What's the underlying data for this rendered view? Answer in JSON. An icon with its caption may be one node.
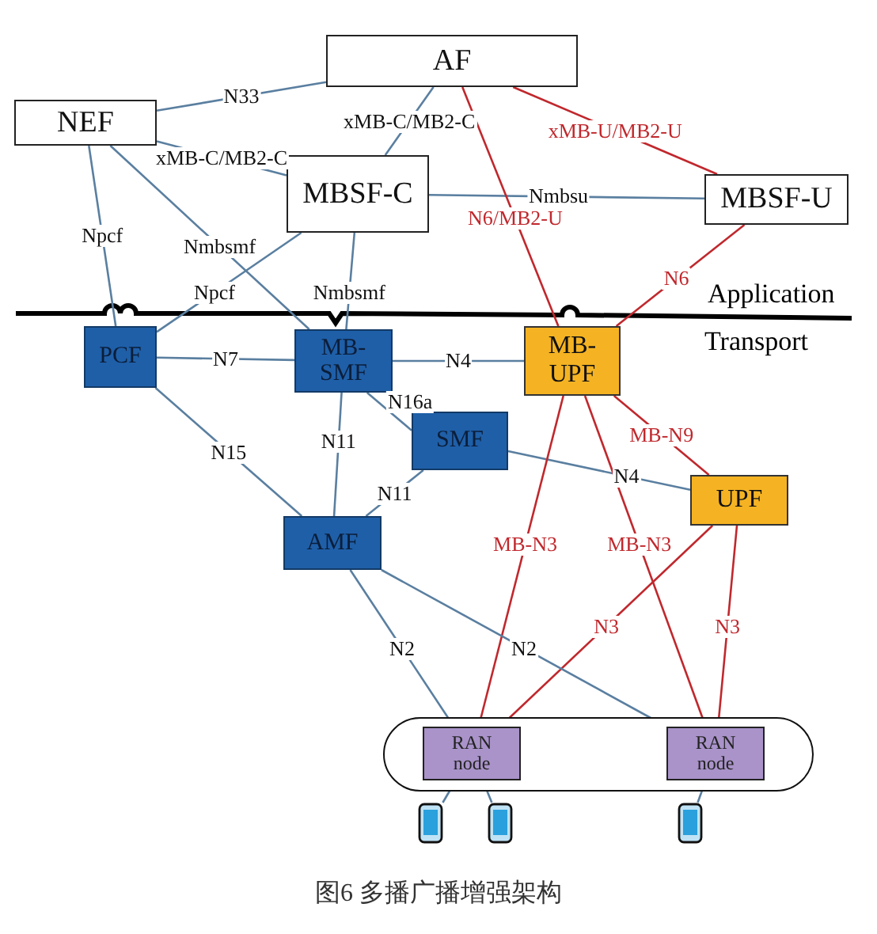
{
  "diagram": {
    "caption": "图6 多播广播增强架构",
    "nodes": [
      {
        "text": [
          "AF"
        ]
      },
      {
        "text": [
          "NEF"
        ]
      },
      {
        "text": [
          "MBSF-C"
        ]
      },
      {
        "text": [
          "MBSF-U"
        ]
      },
      {
        "text": [
          "PCF"
        ]
      },
      {
        "text": [
          "MB-SMF"
        ]
      },
      {
        "text": [
          "MB-UPF"
        ]
      },
      {
        "text": [
          "SMF"
        ]
      },
      {
        "text": [
          "UPF"
        ]
      },
      {
        "text": [
          "AMF"
        ]
      },
      {
        "text": [],
        "shape": "oval"
      },
      {
        "text": [
          "RAN node"
        ],
        "in": 10
      },
      {
        "text": [
          "RAN node"
        ],
        "in": 10
      },
      {
        "text": [],
        "shape": "phone"
      },
      {
        "text": [],
        "shape": "phone"
      },
      {
        "text": [],
        "shape": "phone"
      }
    ],
    "edges": [
      {
        "from": 0,
        "to": 1,
        "arrow": "none",
        "label": "N33"
      },
      {
        "from": 0,
        "to": 2,
        "arrow": "none",
        "label": "xMB-C/MB2-C"
      },
      {
        "from": 1,
        "to": 2,
        "arrow": "none",
        "label": "xMB-C/MB2-C"
      },
      {
        "from": 1,
        "to": 4,
        "arrow": "none",
        "label": "Npcf"
      },
      {
        "from": 1,
        "to": 5,
        "arrow": "none",
        "label": "Nmbsmf"
      },
      {
        "from": 2,
        "to": 4,
        "arrow": "none",
        "label": "Npcf"
      },
      {
        "from": 2,
        "to": 5,
        "arrow": "none",
        "label": "Nmbsmf"
      },
      {
        "from": 2,
        "to": 3,
        "arrow": "none",
        "label": "Nmbsu"
      },
      {
        "from": 0,
        "to": 6,
        "arrow": "none",
        "label": "N6/MB2-U",
        "color": "#c0282d"
      },
      {
        "from": 0,
        "to": 3,
        "arrow": "none",
        "label": "xMB-U/MB2-U",
        "color": "#c0282d"
      },
      {
        "from": 3,
        "to": 6,
        "arrow": "none",
        "label": "N6",
        "color": "#c0282d"
      },
      {
        "from": 4,
        "to": 5,
        "arrow": "none",
        "label": "N7"
      },
      {
        "from": 5,
        "to": 6,
        "arrow": "none",
        "label": "N4"
      },
      {
        "from": 5,
        "to": 9,
        "arrow": "none",
        "label": "N11"
      },
      {
        "from": 5,
        "to": 7,
        "arrow": "none",
        "label": "N16a"
      },
      {
        "from": 7,
        "to": 9,
        "arrow": "none",
        "label": "N11"
      },
      {
        "from": 7,
        "to": 8,
        "arrow": "none",
        "label": "N4"
      },
      {
        "from": 4,
        "to": 9,
        "arrow": "none",
        "label": "N15"
      },
      {
        "from": 6,
        "to": 8,
        "arrow": "none",
        "label": "MB-N9",
        "color": "#c0282d"
      },
      {
        "from": 6,
        "to": 11,
        "arrow": "none",
        "label": "MB-N3",
        "color": "#c0282d"
      },
      {
        "from": 6,
        "to": 12,
        "arrow": "none",
        "label": "MB-N3",
        "color": "#c0282d"
      },
      {
        "from": 8,
        "to": 11,
        "arrow": "none",
        "label": "N3",
        "color": "#c0282d"
      },
      {
        "from": 8,
        "to": 12,
        "arrow": "none",
        "label": "N3",
        "color": "#c0282d"
      },
      {
        "from": 9,
        "to": 11,
        "arrow": "none",
        "label": "N2"
      },
      {
        "from": 9,
        "to": 12,
        "arrow": "none",
        "label": "N2"
      },
      {
        "from": 11,
        "to": 13,
        "arrow": "none"
      },
      {
        "from": 11,
        "to": 14,
        "arrow": "none"
      },
      {
        "from": 12,
        "to": 15,
        "arrow": "none"
      }
    ],
    "labels": [
      "Application",
      "Transport"
    ]
  }
}
